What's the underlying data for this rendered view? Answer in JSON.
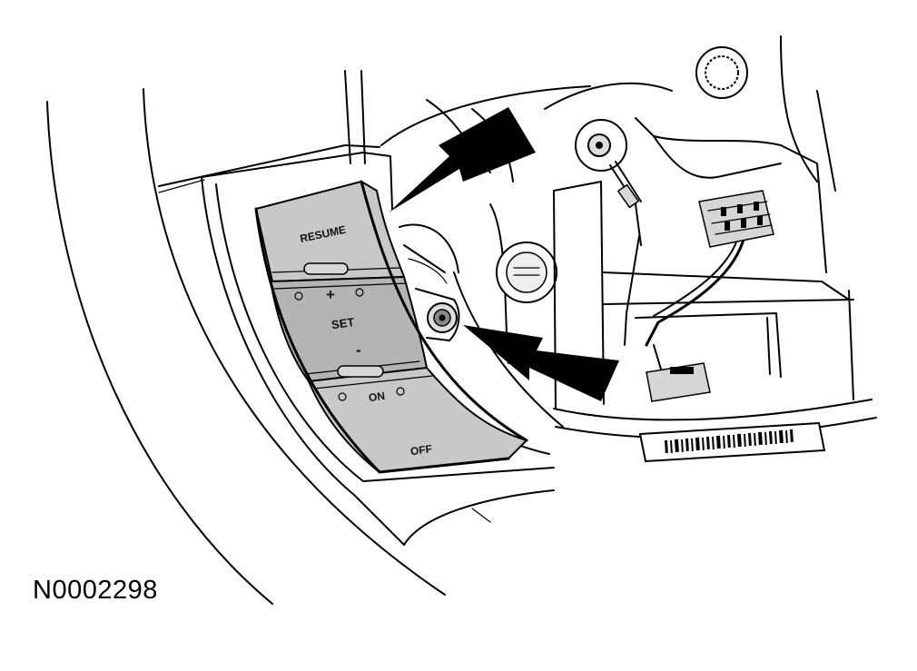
{
  "figure_id": "N0002298",
  "buttons": {
    "resume": "RESUME",
    "plus": "+",
    "set": "SET",
    "minus": "-",
    "on": "ON",
    "off": "OFF"
  },
  "colors": {
    "line": "#000000",
    "panel": "#c8c8c8",
    "background": "#ffffff"
  },
  "icons": [
    "arrow-icon",
    "screw-icon",
    "connector-icon",
    "barcode-icon"
  ]
}
